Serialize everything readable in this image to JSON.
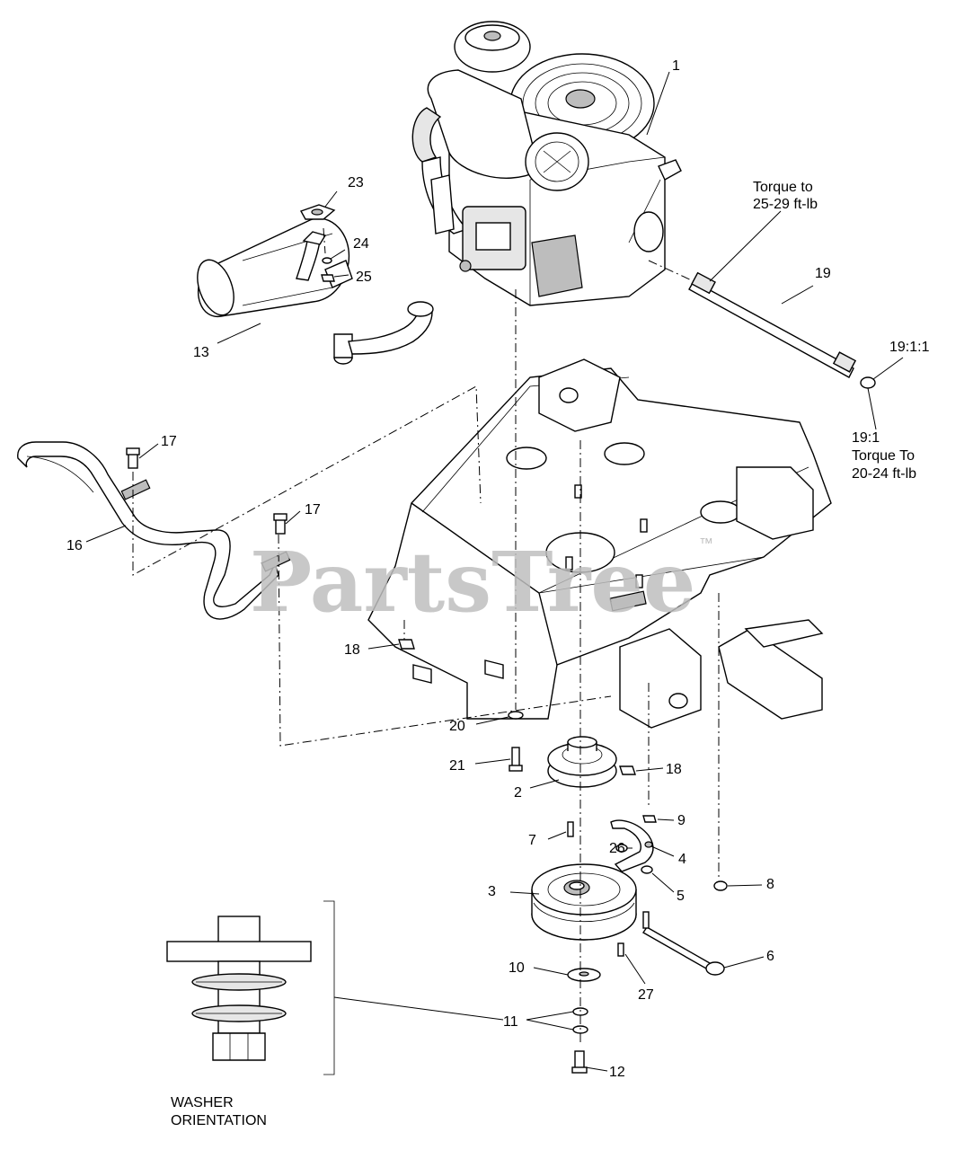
{
  "watermark": {
    "text": "PartsTree",
    "trademark": "™"
  },
  "callouts": {
    "c1": "1",
    "c2": "2",
    "c3": "3",
    "c4": "4",
    "c5": "5",
    "c6": "6",
    "c7": "7",
    "c8": "8",
    "c9": "9",
    "c10": "10",
    "c11": "11",
    "c12": "12",
    "c13": "13",
    "c16": "16",
    "c17a": "17",
    "c17b": "17",
    "c18a": "18",
    "c18b": "18",
    "c19": "19",
    "c19_1_1": "19:1:1",
    "c20": "20",
    "c21": "21",
    "c23": "23",
    "c24": "24",
    "c25": "25",
    "c26": "26",
    "c27": "27"
  },
  "notes": {
    "torque_top_line1": "Torque to",
    "torque_top_line2": "25-29 ft-lb",
    "torque_19_1_line1": "19:1",
    "torque_19_1_line2": "Torque To",
    "torque_19_1_line3": "20-24 ft-lb",
    "washer_line1": "WASHER",
    "washer_line2": "ORIENTATION"
  }
}
